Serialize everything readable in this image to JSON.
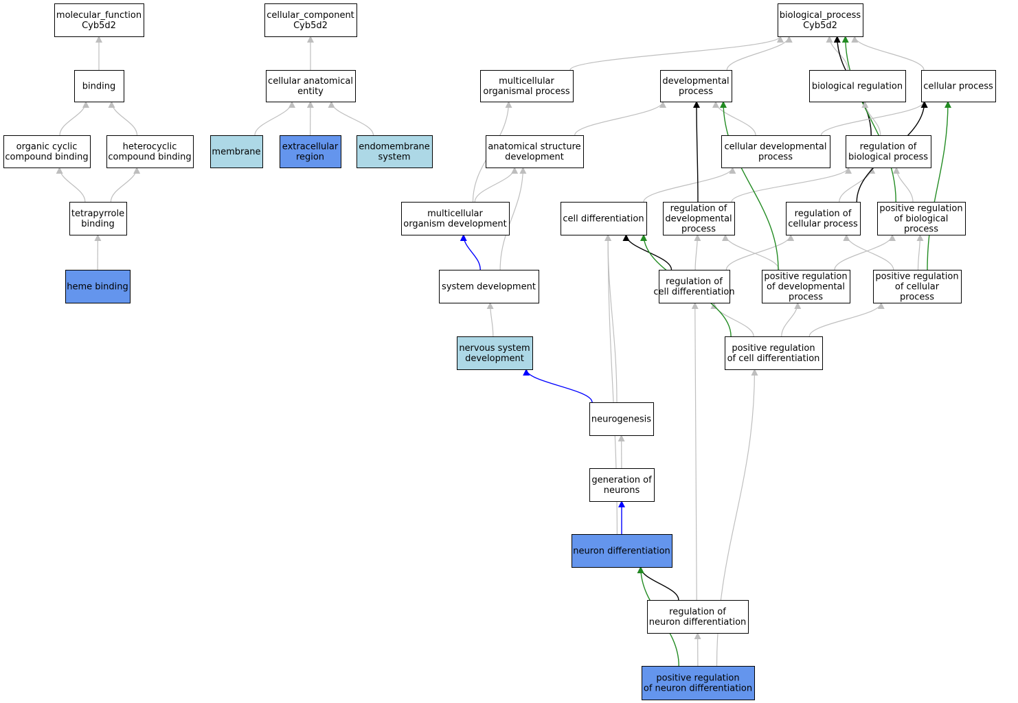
{
  "colors": {
    "node_default": "#ffffff",
    "node_light": "#add8e6",
    "node_dark": "#6495ed",
    "edge_is_a": "#bebebe",
    "edge_regulates": "#000000",
    "edge_positively_regulates": "#228b22",
    "edge_part_of": "#0000ff",
    "stroke": "#000000"
  },
  "nodes": [
    {
      "id": "mf",
      "lines": [
        "molecular_function",
        "Cyb5d2"
      ],
      "style": "default"
    },
    {
      "id": "binding",
      "lines": [
        "binding"
      ],
      "style": "default"
    },
    {
      "id": "ocb",
      "lines": [
        "organic cyclic",
        "compound binding"
      ],
      "style": "default"
    },
    {
      "id": "hcb",
      "lines": [
        "heterocyclic",
        "compound binding"
      ],
      "style": "default"
    },
    {
      "id": "tetra",
      "lines": [
        "tetrapyrrole",
        "binding"
      ],
      "style": "default"
    },
    {
      "id": "heme",
      "lines": [
        "heme binding"
      ],
      "style": "dark"
    },
    {
      "id": "cc",
      "lines": [
        "cellular_component",
        "Cyb5d2"
      ],
      "style": "default"
    },
    {
      "id": "cae",
      "lines": [
        "cellular anatomical",
        "entity"
      ],
      "style": "default"
    },
    {
      "id": "membrane",
      "lines": [
        "membrane"
      ],
      "style": "light"
    },
    {
      "id": "extra",
      "lines": [
        "extracellular",
        "region"
      ],
      "style": "dark"
    },
    {
      "id": "endo",
      "lines": [
        "endomembrane",
        "system"
      ],
      "style": "light"
    },
    {
      "id": "bp",
      "lines": [
        "biological_process",
        "Cyb5d2"
      ],
      "style": "default"
    },
    {
      "id": "mop",
      "lines": [
        "multicellular",
        "organismal process"
      ],
      "style": "default"
    },
    {
      "id": "devp",
      "lines": [
        "developmental",
        "process"
      ],
      "style": "default"
    },
    {
      "id": "breg",
      "lines": [
        "biological regulation"
      ],
      "style": "default"
    },
    {
      "id": "cellp",
      "lines": [
        "cellular process"
      ],
      "style": "default"
    },
    {
      "id": "asd",
      "lines": [
        "anatomical structure",
        "development"
      ],
      "style": "default"
    },
    {
      "id": "cdp",
      "lines": [
        "cellular developmental",
        "process"
      ],
      "style": "default"
    },
    {
      "id": "rbp",
      "lines": [
        "regulation of",
        "biological process"
      ],
      "style": "default"
    },
    {
      "id": "mod",
      "lines": [
        "multicellular",
        "organism development"
      ],
      "style": "default"
    },
    {
      "id": "celldiff",
      "lines": [
        "cell differentiation"
      ],
      "style": "default"
    },
    {
      "id": "rdp",
      "lines": [
        "regulation of",
        "developmental",
        "process"
      ],
      "style": "default"
    },
    {
      "id": "rcp",
      "lines": [
        "regulation of",
        "cellular process"
      ],
      "style": "default"
    },
    {
      "id": "prbp",
      "lines": [
        "positive regulation",
        "of biological",
        "process"
      ],
      "style": "default"
    },
    {
      "id": "sysdev",
      "lines": [
        "system development"
      ],
      "style": "default"
    },
    {
      "id": "rcd",
      "lines": [
        "regulation of",
        "cell differentiation"
      ],
      "style": "default"
    },
    {
      "id": "prdp",
      "lines": [
        "positive regulation",
        "of developmental",
        "process"
      ],
      "style": "default"
    },
    {
      "id": "prcp",
      "lines": [
        "positive regulation",
        "of cellular",
        "process"
      ],
      "style": "default"
    },
    {
      "id": "nsd",
      "lines": [
        "nervous system",
        "development"
      ],
      "style": "light"
    },
    {
      "id": "prcd",
      "lines": [
        "positive regulation",
        "of cell differentiation"
      ],
      "style": "default"
    },
    {
      "id": "neurog",
      "lines": [
        "neurogenesis"
      ],
      "style": "default"
    },
    {
      "id": "genn",
      "lines": [
        "generation of",
        "neurons"
      ],
      "style": "default"
    },
    {
      "id": "neurd",
      "lines": [
        "neuron differentiation"
      ],
      "style": "dark"
    },
    {
      "id": "rnd",
      "lines": [
        "regulation of",
        "neuron differentiation"
      ],
      "style": "default"
    },
    {
      "id": "prnd",
      "lines": [
        "positive regulation",
        "of neuron differentiation"
      ],
      "style": "dark"
    }
  ],
  "edges": [
    {
      "from": "binding",
      "to": "mf",
      "type": "is_a"
    },
    {
      "from": "ocb",
      "to": "binding",
      "type": "is_a"
    },
    {
      "from": "hcb",
      "to": "binding",
      "type": "is_a"
    },
    {
      "from": "tetra",
      "to": "ocb",
      "type": "is_a"
    },
    {
      "from": "tetra",
      "to": "hcb",
      "type": "is_a"
    },
    {
      "from": "heme",
      "to": "tetra",
      "type": "is_a"
    },
    {
      "from": "cae",
      "to": "cc",
      "type": "is_a"
    },
    {
      "from": "membrane",
      "to": "cae",
      "type": "is_a"
    },
    {
      "from": "extra",
      "to": "cae",
      "type": "is_a"
    },
    {
      "from": "endo",
      "to": "cae",
      "type": "is_a"
    },
    {
      "from": "mop",
      "to": "bp",
      "type": "is_a"
    },
    {
      "from": "devp",
      "to": "bp",
      "type": "is_a"
    },
    {
      "from": "breg",
      "to": "bp",
      "type": "is_a"
    },
    {
      "from": "cellp",
      "to": "bp",
      "type": "is_a"
    },
    {
      "from": "rbp",
      "to": "bp",
      "type": "regulates"
    },
    {
      "from": "prbp",
      "to": "bp",
      "type": "positively_regulates"
    },
    {
      "from": "asd",
      "to": "devp",
      "type": "is_a"
    },
    {
      "from": "cdp",
      "to": "devp",
      "type": "is_a"
    },
    {
      "from": "cdp",
      "to": "cellp",
      "type": "is_a"
    },
    {
      "from": "rbp",
      "to": "breg",
      "type": "is_a"
    },
    {
      "from": "mod",
      "to": "mop",
      "type": "is_a"
    },
    {
      "from": "mod",
      "to": "asd",
      "type": "is_a"
    },
    {
      "from": "celldiff",
      "to": "cdp",
      "type": "is_a"
    },
    {
      "from": "rdp",
      "to": "rbp",
      "type": "is_a"
    },
    {
      "from": "rdp",
      "to": "devp",
      "type": "regulates"
    },
    {
      "from": "rcp",
      "to": "rbp",
      "type": "is_a"
    },
    {
      "from": "rcp",
      "to": "cellp",
      "type": "regulates"
    },
    {
      "from": "prbp",
      "to": "rbp",
      "type": "is_a"
    },
    {
      "from": "sysdev",
      "to": "mod",
      "type": "part_of"
    },
    {
      "from": "sysdev",
      "to": "asd",
      "type": "is_a"
    },
    {
      "from": "rcd",
      "to": "celldiff",
      "type": "regulates"
    },
    {
      "from": "rcd",
      "to": "rdp",
      "type": "is_a"
    },
    {
      "from": "rcd",
      "to": "rcp",
      "type": "is_a"
    },
    {
      "from": "prdp",
      "to": "rdp",
      "type": "is_a"
    },
    {
      "from": "prdp",
      "to": "prbp",
      "type": "is_a"
    },
    {
      "from": "prdp",
      "to": "devp",
      "type": "positively_regulates"
    },
    {
      "from": "prcp",
      "to": "rcp",
      "type": "is_a"
    },
    {
      "from": "prcp",
      "to": "prbp",
      "type": "is_a"
    },
    {
      "from": "prcp",
      "to": "cellp",
      "type": "positively_regulates"
    },
    {
      "from": "nsd",
      "to": "sysdev",
      "type": "is_a"
    },
    {
      "from": "prcd",
      "to": "rcd",
      "type": "is_a"
    },
    {
      "from": "prcd",
      "to": "prdp",
      "type": "is_a"
    },
    {
      "from": "prcd",
      "to": "prcp",
      "type": "is_a"
    },
    {
      "from": "prcd",
      "to": "celldiff",
      "type": "positively_regulates"
    },
    {
      "from": "neurog",
      "to": "nsd",
      "type": "part_of"
    },
    {
      "from": "neurog",
      "to": "celldiff",
      "type": "is_a"
    },
    {
      "from": "genn",
      "to": "neurog",
      "type": "is_a"
    },
    {
      "from": "neurd",
      "to": "genn",
      "type": "part_of"
    },
    {
      "from": "neurd",
      "to": "celldiff",
      "type": "is_a"
    },
    {
      "from": "rnd",
      "to": "neurd",
      "type": "regulates"
    },
    {
      "from": "rnd",
      "to": "rcd",
      "type": "is_a"
    },
    {
      "from": "prnd",
      "to": "rnd",
      "type": "is_a"
    },
    {
      "from": "prnd",
      "to": "neurd",
      "type": "positively_regulates"
    },
    {
      "from": "prnd",
      "to": "prcd",
      "type": "is_a"
    }
  ]
}
